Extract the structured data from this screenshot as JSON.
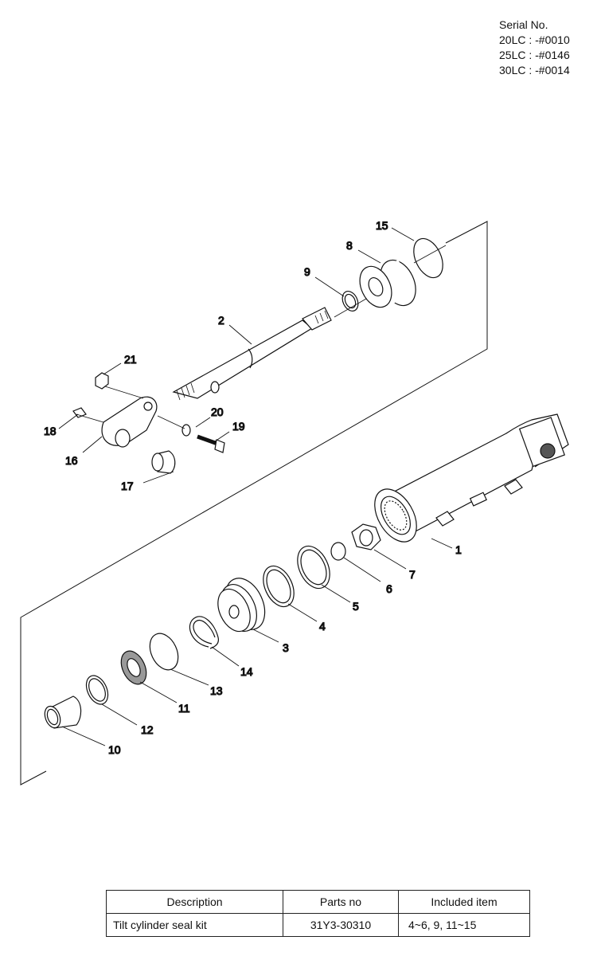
{
  "serial": {
    "title": "Serial No.",
    "lines": [
      "20LC : -#0010",
      "25LC : -#0146",
      "30LC : -#0014"
    ]
  },
  "callouts": {
    "c1": "1",
    "c2": "2",
    "c3": "3",
    "c4": "4",
    "c5": "5",
    "c6": "6",
    "c7": "7",
    "c8": "8",
    "c9": "9",
    "c10": "10",
    "c11": "11",
    "c12": "12",
    "c13": "13",
    "c14": "14",
    "c15": "15",
    "c16": "16",
    "c17": "17",
    "c18": "18",
    "c19": "19",
    "c20": "20",
    "c21": "21"
  },
  "table": {
    "headers": [
      "Description",
      "Parts no",
      "Included item"
    ],
    "rows": [
      [
        "Tilt cylinder seal kit",
        "31Y3-30310",
        "4~6, 9, 11~15"
      ]
    ]
  }
}
